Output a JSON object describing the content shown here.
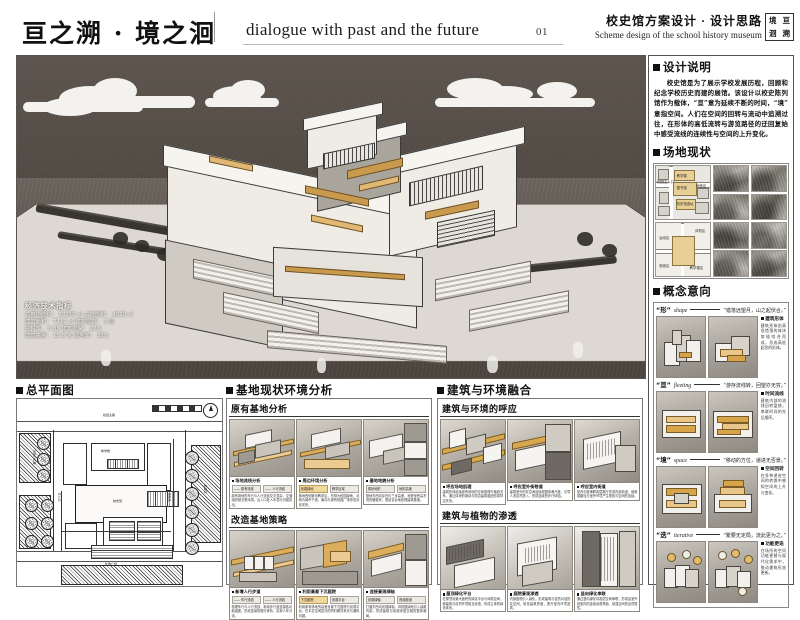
{
  "header": {
    "title_cn": "亘之溯 · 境之洄",
    "title_en": "dialogue with past and the future",
    "page_number": "01",
    "right_cn": "校史馆方案设计 ·  设计思路",
    "right_en": "Scheme design of the school history museum",
    "stamp_chars": [
      "境",
      "亘",
      "洄",
      "溯"
    ]
  },
  "render": {
    "overlay_title": "经济技术指标",
    "overlay_lines": [
      "总用地面积： 20250 ㎡    占地面积： 4510 ㎡",
      "建筑面积： 7112 ㎡    建筑层数： 3 层",
      "容积率： 0.35    建筑密度： 22%",
      "建筑高度： 15.6 米    绿地率： 38%"
    ]
  },
  "right_column": {
    "design_note": {
      "heading": "设计说明",
      "body": "校史馆是为了展示学校发展历程，回顾和纪念学校历史而建的展馆。该设计以校史陈列馆作为载体，“亘”意为延续不断的时间，“境”意指空间。人们在空间的回转与流动中追溯过往，在形体的高低流转与游览路径的迂回复始中感受流线的连续性与空间的上升变化。"
    },
    "site_status": {
      "heading": "场地现状",
      "map_labels": [
        "校园主入口",
        "教学楼",
        "行政楼",
        "图书馆",
        "校史馆选址",
        "宿舍区",
        "运动区",
        "体育区",
        "教学楼区"
      ],
      "photo_count": 6
    },
    "concept": {
      "heading": "概念意向",
      "rows": [
        {
          "key": "“形”",
          "en": "shape",
          "quote": "“错落远望月，山之起伏合。”",
          "note_title": "建筑形体",
          "note_body": "建筑形体由高低错落的体块穿插咬合而成，形成高低起伏的形体。"
        },
        {
          "key": "“亘”",
          "en": "fleeting",
          "quote": "“游存流线转，回望亦无穷。”",
          "note_title": "时间流线",
          "note_body": "建筑内部的流线回转盘绕，串联时间的先后顺序。"
        },
        {
          "key": "“境”",
          "en": "space",
          "quote": "“移动的方位，递进无否景。”",
          "note_title": "空间回转",
          "note_body": "在多种递进空间的转换中感知空间的上升与变化。"
        },
        {
          "key": "“迭”",
          "en": "iterative",
          "quote": "“繁要无定局，流此更为之。”",
          "note_title": "功能更迭",
          "note_body": "在场所的空间功能更替与现代化需求中，推动建筑形态更新。"
        }
      ]
    }
  },
  "site_plan": {
    "heading": "总平面图",
    "labels": [
      "校园主路",
      "行政办公楼",
      "教学楼",
      "校史馆",
      "图书馆",
      "宿舍区",
      "集散广场",
      "次入口",
      "主入口",
      "停车场"
    ]
  },
  "site_analysis": {
    "heading": "基地现状环境分析",
    "sub_sections": [
      {
        "title": "原有基地分析",
        "cells": [
          {
            "caption": "场地流线分析",
            "legend": [
              "—— 原有流线",
              "—— 人行流线"
            ],
            "body": "原有场地的车行与人行流线交叉混杂，交通组织缺乏秩序感，出入口处人车混行问题突出。"
          },
          {
            "caption": "周边环境分析",
            "legend": [
              "景观绿地",
              "教学区域"
            ],
            "body": "基地西侧紧邻教学区，东侧为校园绿地，北侧为城市干道，南向与现有校园广场形成对景关系。"
          },
          {
            "caption": "基地地貌分析",
            "legend": [
              "现状地形",
              "地形高差"
            ],
            "body": "基地东西向存在约三米高差，地势呈西高东低的缓坡状，需结合台地处理建筑基面。"
          }
        ]
      },
      {
        "title": "改造基地策略",
        "cells": [
          {
            "caption": "新增人行步道",
            "legend": [
              "—— 车行流线",
              "—— 人行流线"
            ],
            "body": "梳理车行与人行流线，新增步行道连接各功能组团，形成连续的慢行体系，实现人车分流。"
          },
          {
            "caption": "利用高差下沉庭院",
            "legend": [
              "下沉庭院",
              "景观平台"
            ],
            "body": "利用原有场地的高差设置下沉庭院与景观平台，在丰富空间层次的同时解决采光与通风问题。"
          },
          {
            "caption": "连接景观绿轴",
            "legend": [
              "景观绿轴",
              "视线廊道"
            ],
            "body": "打通东西向景观绿轴，将校园绿地引入建筑内部，形成建筑与景观渗透交融的整体格局。"
          }
        ]
      }
    ]
  },
  "integration": {
    "heading": "建筑与环境融合",
    "sub_sections": [
      {
        "title": "建筑与环境的呼应",
        "cells": [
          {
            "caption": "呼应场地肌理",
            "body": "建筑形体延续原有场地的空间肌理与轴线关系，通过体块的错动与周边建筑组团形成呼应关系。"
          },
          {
            "caption": "呼应室外街巷道",
            "body": "建筑室外的灰空间延续校园街巷尺度，引导人流自然进入，形成连续的步行体验。"
          },
          {
            "caption": "呼应室内街道",
            "body": "室内中庭串联各层展厅形成内部街道，使参观路径与室外环境产生视线与空间的连续。"
          }
        ]
      },
      {
        "title": "建筑与植物的渗透",
        "cells": [
          {
            "caption": "屋顶绿化平台",
            "body": "在屋顶设置大面积的绿化平台与休憩空间，使建筑与自然环境相互渗透，形成立体的绿化体系。"
          },
          {
            "caption": "庭院景观渗透",
            "body": "内部庭院引入绿化，形成建筑与自然对话的灰空间，软化建筑界面，提升室内环境品质。"
          },
          {
            "caption": "竖向绿化串联",
            "body": "通过竖向绿化将各层空间串联，形成由室外到室内的连续景观界面，增强空间的自然属性。"
          }
        ]
      }
    ]
  },
  "colors": {
    "ink": "#111111",
    "wood_accent": "#d7a449",
    "sky_dark": "#4e4740",
    "paper": "#ffffff",
    "rule": "#555555"
  }
}
